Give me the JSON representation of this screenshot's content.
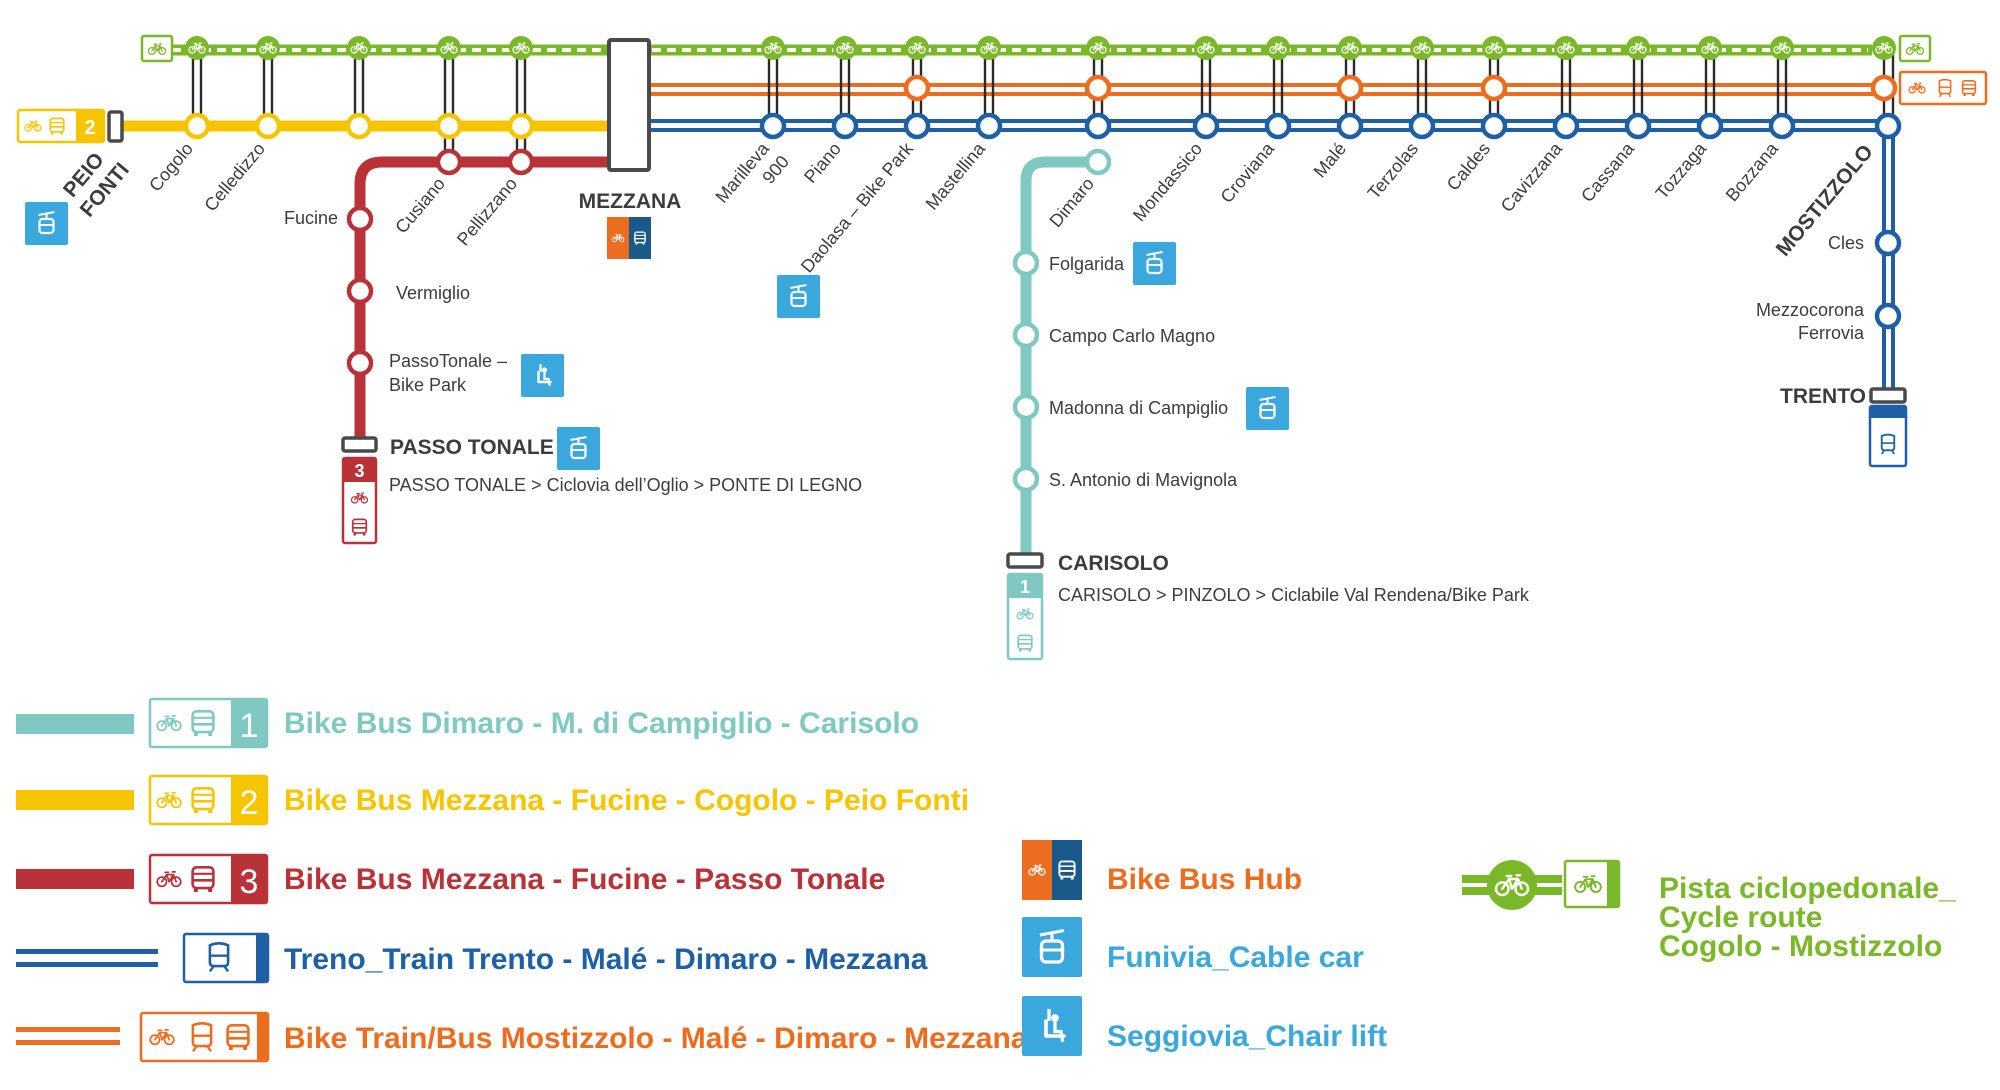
{
  "colors": {
    "cycle": "#7ab829",
    "line1": "#7fc9c2",
    "line2": "#f7c500",
    "line3": "#b83238",
    "train": "#1f5fa6",
    "bike_train": "#ec6d1f",
    "cablecar": "#3aa7dd",
    "grey": "#4a4a4a"
  },
  "stations": {
    "cogolo": "Cogolo",
    "celledizzo": "Celledizzo",
    "cusiano": "Cusiano",
    "pellizzano": "Pellizzano",
    "fucine": "Fucine",
    "vermiglio": "Vermiglio",
    "passotonale_l1": "PassoTonale –",
    "passotonale_l2": "Bike Park",
    "marilleva": "Marilleva",
    "m900": "900",
    "piano": "Piano",
    "daolasa": "Daolasa – Bike Park",
    "mastellina": "Mastellina",
    "dimaro": "Dimaro",
    "mondassico": "Mondassico",
    "croviana": "Croviana",
    "male": "Malé",
    "terzolas": "Terzolas",
    "caldes": "Caldes",
    "cavizzana": "Cavizzana",
    "cassana": "Cassana",
    "tozzaga": "Tozzaga",
    "bozzana": "Bozzana",
    "folgarida": "Folgarida",
    "campo_carlo_magno": "Campo Carlo Magno",
    "madonna_di_campiglio": "Madonna di Campiglio",
    "s_antonio": "S. Antonio di Mavignola",
    "cles": "Cles",
    "mezzocorona_l1": "Mezzocorona",
    "mezzocorona_l2": "Ferrovia"
  },
  "terminals": {
    "peio_l1": "PEIO",
    "peio_l2": "FONTI",
    "mezzana": "MEZZANA",
    "passo_tonale": "PASSO TONALE",
    "carisolo": "CARISOLO",
    "mostizzolo": "MOSTIZZOLO",
    "trento": "TRENTO"
  },
  "routes": {
    "passo_tonale": "PASSO TONALE > Ciclovia dell’Oglio > PONTE DI LEGNO",
    "carisolo": "CARISOLO > PINZOLO > Ciclabile Val Rendena/Bike Park"
  },
  "line_numbers": {
    "one": "1",
    "two": "2",
    "three": "3"
  },
  "legend": {
    "line1": "Bike Bus Dimaro - M. di Campiglio - Carisolo",
    "line2": "Bike Bus Mezzana - Fucine - Cogolo - Peio Fonti",
    "line3": "Bike Bus Mezzana - Fucine - Passo Tonale",
    "train": "Treno_Train Trento - Malé - Dimaro - Mezzana",
    "bike_train": "Bike Train/Bus Mostizzolo - Malé - Dimaro - Mezzana",
    "hub": "Bike Bus Hub",
    "cablecar": "Funivia_Cable car",
    "chairlift": "Seggiovia_Chair lift",
    "cycle_l1": "Pista ciclopedonale_",
    "cycle_l2": "Cycle route",
    "cycle_l3": "Cogolo - Mostizzolo"
  }
}
